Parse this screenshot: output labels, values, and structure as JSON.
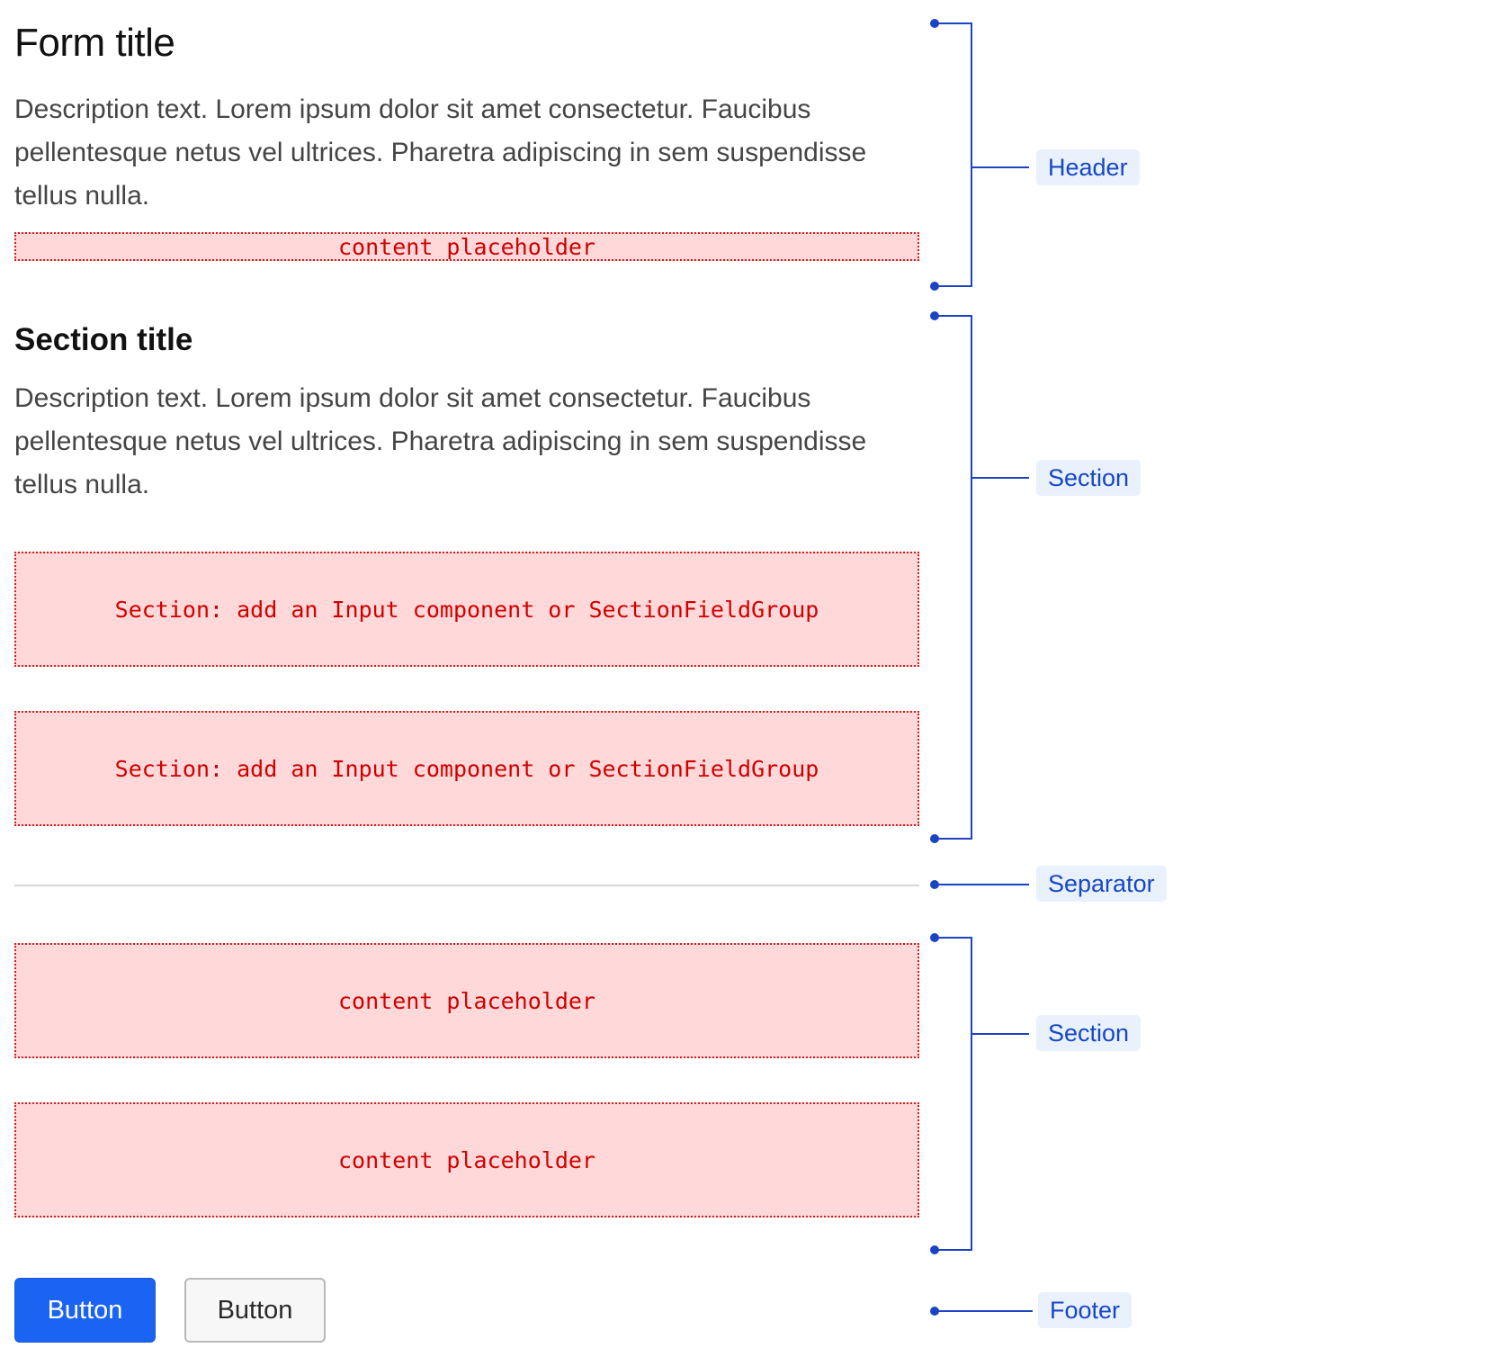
{
  "header": {
    "title": "Form title",
    "description": "Description text. Lorem ipsum dolor sit amet consectetur. Faucibus pellentesque netus vel ultrices. Pharetra adipiscing in sem suspendisse tellus nulla.",
    "placeholder": "content placeholder"
  },
  "section_1": {
    "title": "Section title",
    "description": "Description text. Lorem ipsum dolor sit amet consectetur. Faucibus pellentesque netus vel ultrices. Pharetra adipiscing in sem suspendisse tellus nulla.",
    "slots": [
      "Section: add an Input component or SectionFieldGroup",
      "Section: add an Input component or SectionFieldGroup"
    ]
  },
  "section_2": {
    "slots": [
      "content placeholder",
      "content placeholder"
    ]
  },
  "footer": {
    "primary_button": "Button",
    "secondary_button": "Button"
  },
  "annotations": {
    "header": "Header",
    "section_1": "Section",
    "separator": "Separator",
    "section_2": "Section",
    "footer": "Footer"
  },
  "colors": {
    "annotation": "#1a44c4",
    "annotation_tag_bg": "#e9f1fd",
    "placeholder_bg": "#ffd9d9",
    "placeholder_border": "#d81b1b",
    "primary_button": "#1b63f2",
    "separator": "#d7d7d7"
  }
}
